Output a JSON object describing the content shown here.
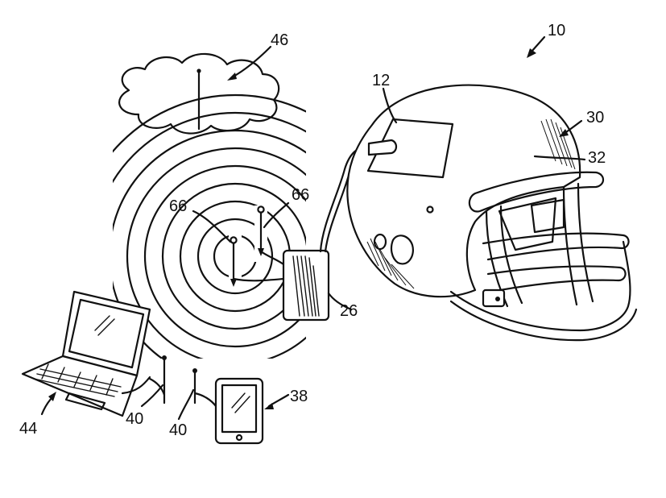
{
  "figure": {
    "labels": {
      "system": "10",
      "sensor_patch": "12",
      "transmitter": "26",
      "helmet": "30",
      "helmet_shell": "32",
      "tablet": "38",
      "antenna_a": "40",
      "antenna_b": "40",
      "laptop": "44",
      "cloud": "46",
      "tower_a": "66",
      "tower_b": "66"
    },
    "icons": {
      "cloud": "cloud-icon",
      "waves": "radio-waves",
      "laptop": "laptop-icon",
      "tablet": "tablet-icon",
      "transmitter": "transmitter-box",
      "helmet": "football-helmet"
    },
    "stroke_color": "#111111",
    "background": "#ffffff"
  }
}
